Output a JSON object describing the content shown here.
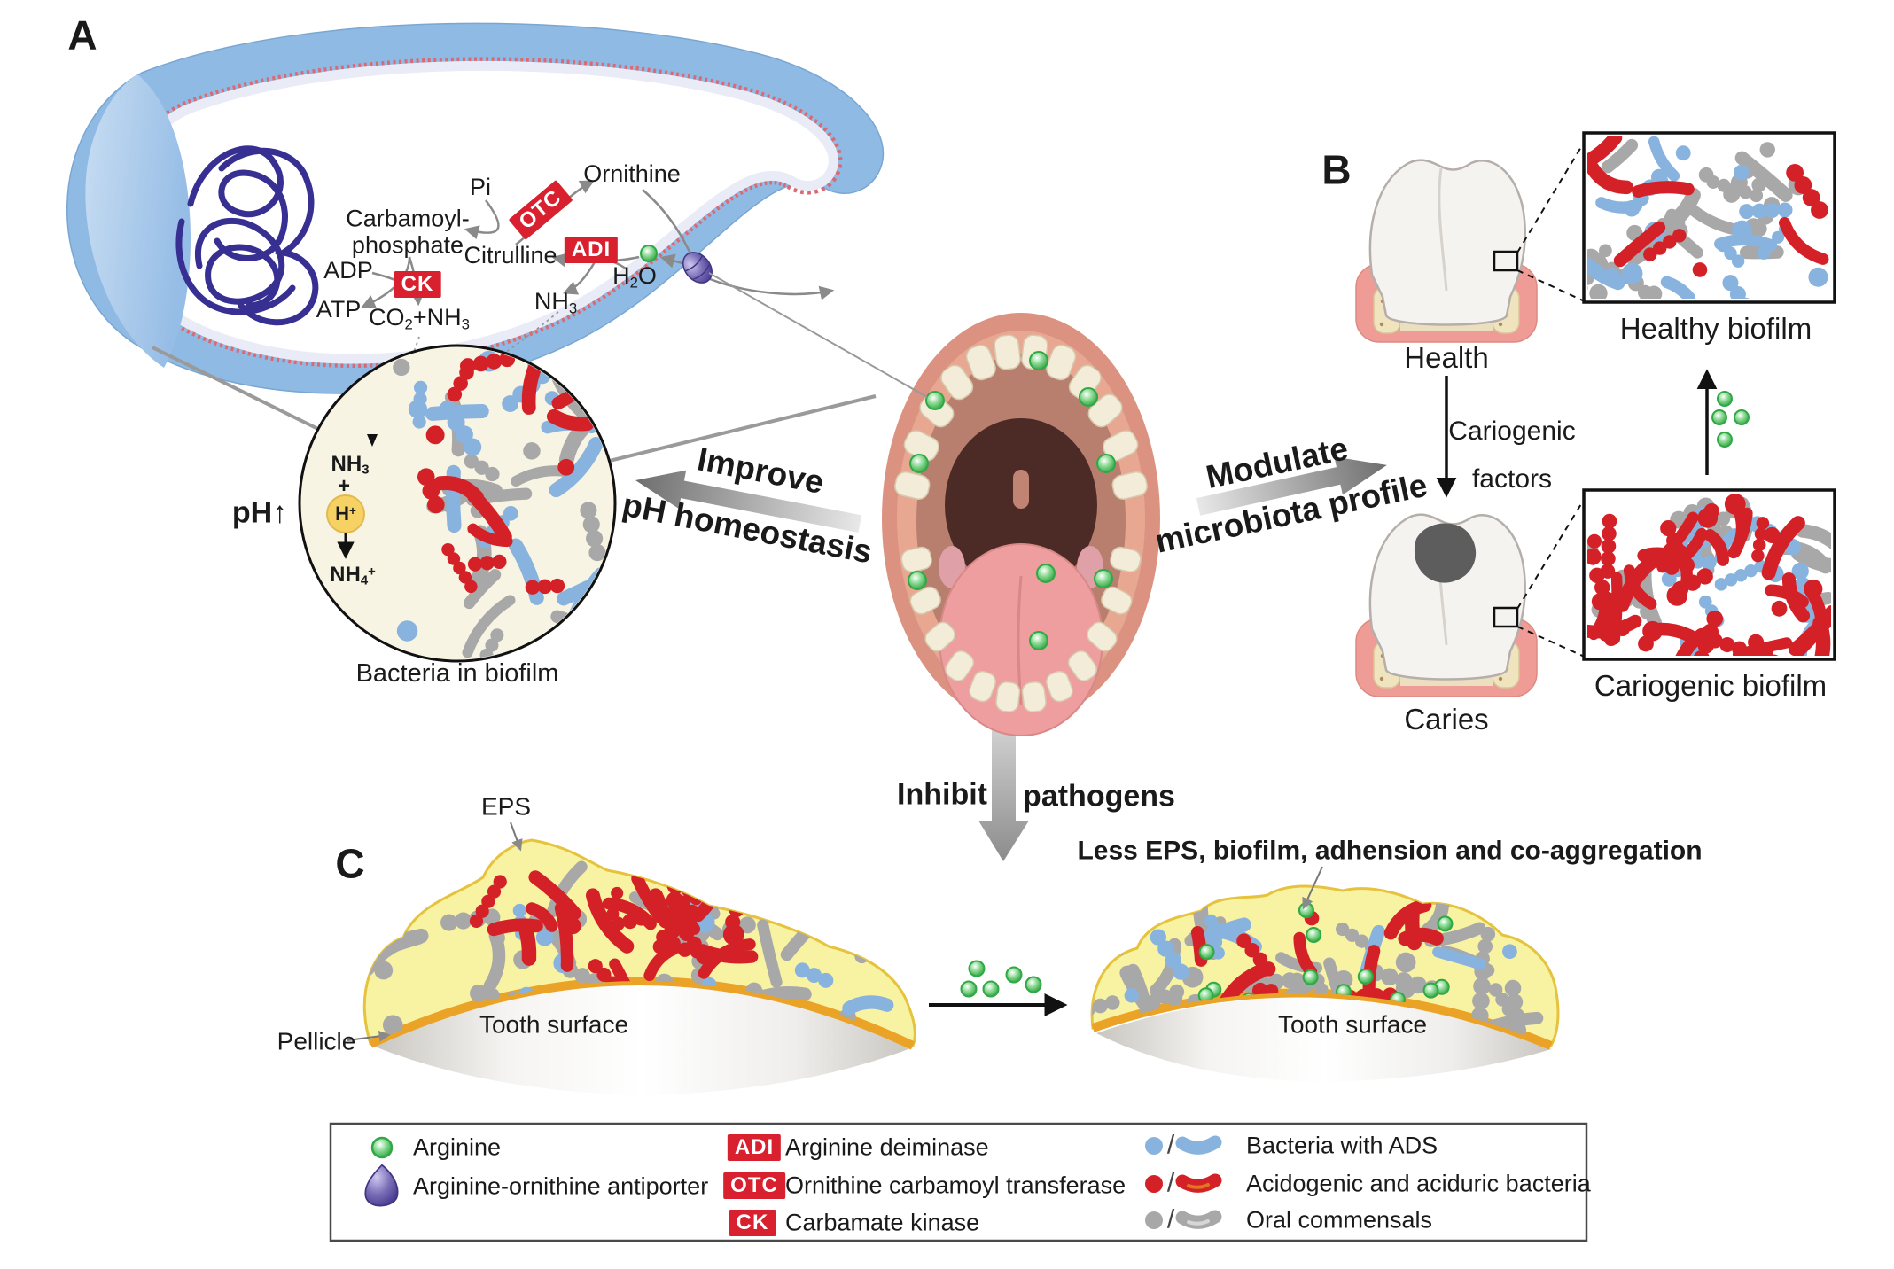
{
  "figure": {
    "panel_a_label": "A",
    "panel_b_label": "B",
    "panel_c_label": "C"
  },
  "colors": {
    "bacteria_blue": "#88b3de",
    "bacteria_red": "#d42127",
    "bacteria_gray": "#a8a8a8",
    "arginine_green": "#2fa845",
    "badge_red": "#d9202e",
    "eps_yellow": "#f8f3a2",
    "eps_stroke": "#e6c33e",
    "pellicle_orange": "#eba327",
    "cell_blue": "#8fbae4",
    "dna_indigo": "#372f91",
    "hplus_yellow": "#f5d263",
    "biofilm_cream": "#f7f4e4"
  },
  "pathway": {
    "pi": "Pi",
    "ornithine": "Ornithine",
    "carbamoyl_line1": "Carbamoyl-",
    "carbamoyl_line2": "phosphate",
    "citrulline": "Citrulline",
    "adp": "ADP",
    "atp": "ATP",
    "otc_badge": "OTC",
    "adi_badge": "ADI",
    "ck_badge": "CK",
    "nh3_base": "NH",
    "nh3_sub": "3",
    "h2o_1": "H",
    "h2o_sub": "2",
    "h2o_2": "O",
    "co2nh3_1": "CO",
    "co2nh3_sub1": "2",
    "co2nh3_2": "+NH",
    "co2nh3_sub2": "3"
  },
  "biofilm_circle": {
    "ph_up": "pH↑",
    "nh3_base": "NH",
    "nh3_sub": "3",
    "plus": "+",
    "h_base": "H",
    "h_sup": "+",
    "nh4_base": "NH",
    "nh4_sub": "4",
    "nh4_sup": "+",
    "caption": "Bacteria in biofilm"
  },
  "flow_labels": {
    "improve_line1": "Improve",
    "improve_line2": "pH homeostasis",
    "modulate_line1": "Modulate",
    "modulate_line2": "microbiota profile",
    "inhibit_left": "Inhibit",
    "inhibit_right": "pathogens"
  },
  "panel_b": {
    "health": "Health",
    "caries": "Caries",
    "healthy_biofilm": "Healthy biofilm",
    "cariogenic_biofilm": "Cariogenic biofilm",
    "cariogenic_line1": "Cariogenic",
    "cariogenic_line2": "factors"
  },
  "panel_c": {
    "eps": "EPS",
    "pellicle": "Pellicle",
    "tooth_surface_left": "Tooth surface",
    "tooth_surface_right": "Tooth surface",
    "less_caption": "Less EPS, biofilm, adhension and co-aggregation"
  },
  "legend": {
    "arginine": "Arginine",
    "antiporter": "Arginine-ornithine antiporter",
    "adi_badge": "ADI",
    "adi": "Arginine deiminase",
    "otc_badge": "OTC",
    "otc": "Ornithine carbamoyl transferase",
    "ck_badge": "CK",
    "ck": "Carbamate kinase",
    "slash": "/",
    "ads": "Bacteria with ADS",
    "acidogenic": "Acidogenic and aciduric bacteria",
    "commensals": "Oral commensals"
  }
}
